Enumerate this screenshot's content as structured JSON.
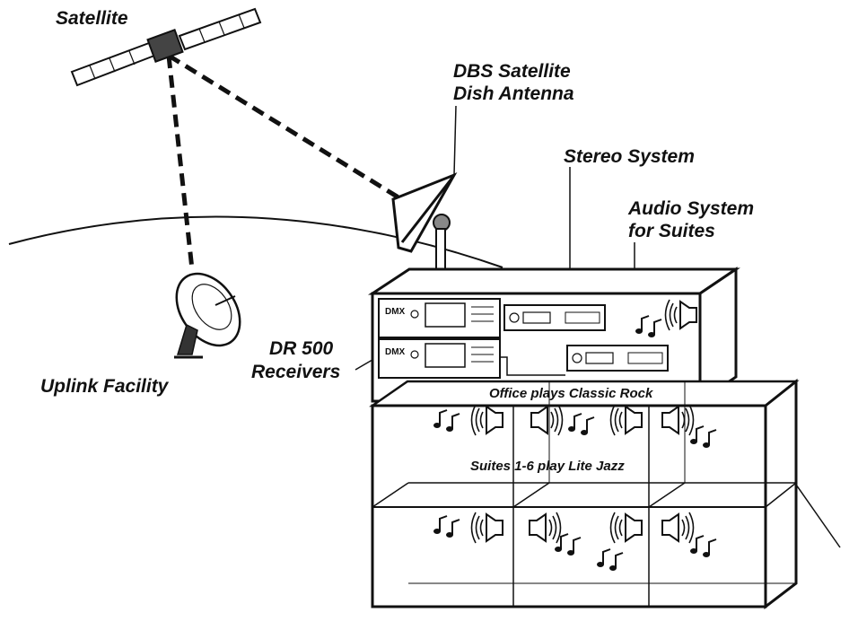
{
  "labels": {
    "satellite": "Satellite",
    "dbs_line1": "DBS Satellite",
    "dbs_line2": "Dish Antenna",
    "stereo_system": "Stereo System",
    "audio_line1": "Audio System",
    "audio_line2": "for Suites",
    "uplink": "Uplink Facility",
    "dr_line1": "DR 500",
    "dr_line2": "Receivers",
    "office_caption": "Office plays Classic Rock",
    "suites_caption": "Suites 1-6 play Lite Jazz",
    "receiver_badge": "DMX"
  }
}
